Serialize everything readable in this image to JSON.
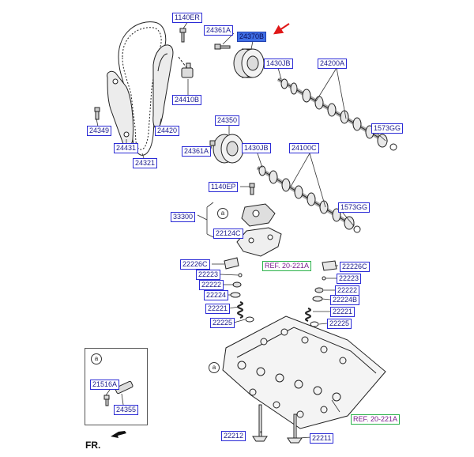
{
  "labels": {
    "l1140ER": "1140ER",
    "l24361A_top": "24361A",
    "l24370B": "24370B",
    "l1430JB_top": "1430JB",
    "l24200A": "24200A",
    "l24410B": "24410B",
    "l1573GG_top": "1573GG",
    "l24349": "24349",
    "l24420": "24420",
    "l24431": "24431",
    "l24321": "24321",
    "l24350": "24350",
    "l24361A_mid": "24361A",
    "l1430JB_mid": "1430JB",
    "l24100C": "24100C",
    "l1140EP": "1140EP",
    "l1573GG_mid": "1573GG",
    "l33300": "33300",
    "l22124C": "22124C",
    "l22226C_left": "22226C",
    "l22226C_right": "22226C",
    "ref_mid": "REF. 20-221A",
    "l22223_left": "22223",
    "l22223_right": "22223",
    "l22222_left": "22222",
    "l22222_right": "22222",
    "l22224_left": "22224",
    "l22224B": "22224B",
    "l22221_left": "22221",
    "l22221_right": "22221",
    "l22225_left": "22225",
    "l22225_right": "22225",
    "l21516A": "21516A",
    "l24355": "24355",
    "ref_bottom": "REF. 20-221A",
    "l22212": "22212",
    "l22211": "22211"
  },
  "callouts": {
    "a1": "a",
    "a2": "a",
    "a3": "a"
  },
  "direction_label": "FR.",
  "colors": {
    "label_border": "#2b2bd6",
    "label_text": "#1a1a8c",
    "selected_fill": "#3f6fe6",
    "ref_border": "#2bb24a",
    "pointer_arrow": "#e01818"
  }
}
